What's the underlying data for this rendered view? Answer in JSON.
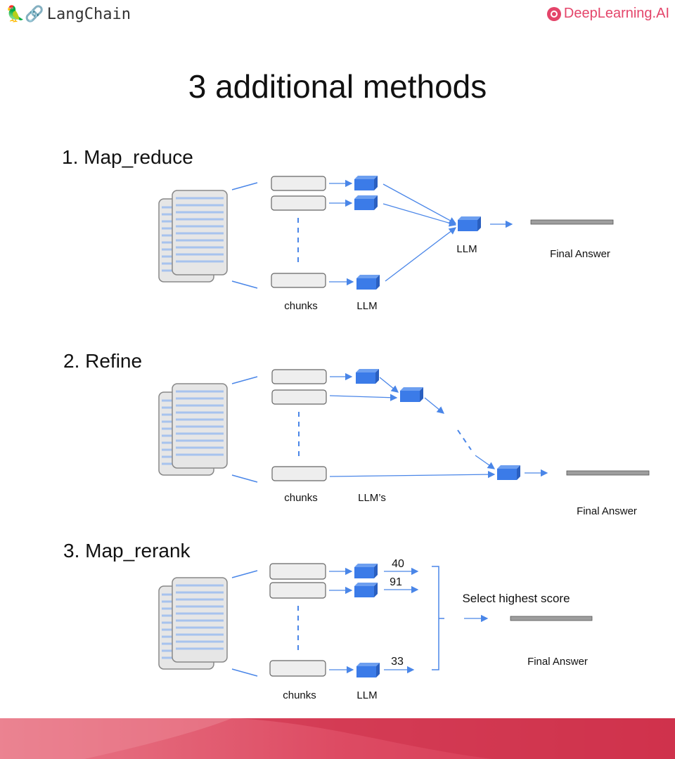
{
  "header": {
    "left_brand": "LangChain",
    "left_icon": "parrot-link-icon",
    "right_brand": "DeepLearning.AI",
    "right_icon": "deeplearning-logo-icon"
  },
  "title": "3 additional methods",
  "sections": [
    {
      "heading": "1. Map_reduce",
      "labels": {
        "chunks": "chunks",
        "llm": "LLM",
        "final_llm": "LLM",
        "final_answer": "Final Answer"
      }
    },
    {
      "heading": "2. Refine",
      "labels": {
        "chunks": "chunks",
        "llm": "LLM’s",
        "final_answer": "Final Answer"
      }
    },
    {
      "heading": "3. Map_rerank",
      "labels": {
        "chunks": "chunks",
        "llm": "LLM",
        "select": "Select highest score",
        "final_answer": "Final Answer"
      },
      "scores": [
        "40",
        "91",
        "33"
      ]
    }
  ],
  "colors": {
    "cube_blue": "#3b7be8",
    "arrow_blue": "#4a86e8",
    "doc_line": "#a7c3ee",
    "answer_bar": "#9e9e9e",
    "accent_pink": "#e4456a"
  }
}
